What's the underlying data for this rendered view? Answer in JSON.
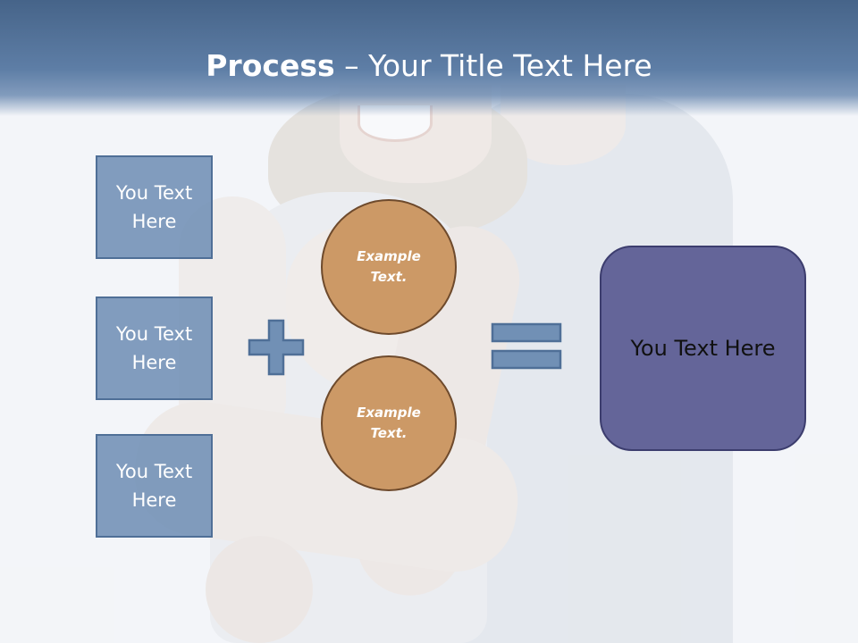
{
  "title": {
    "bold": "Process",
    "rest": " – Your Title Text Here"
  },
  "inputs": [
    {
      "label": "You Text Here"
    },
    {
      "label": "You Text Here"
    },
    {
      "label": "You Text Here"
    }
  ],
  "circles": [
    {
      "label": "Example Text."
    },
    {
      "label": "Example Text."
    }
  ],
  "result": {
    "label": "You Text Here"
  },
  "colors": {
    "header": "#466489",
    "box_fill": "#7190b5",
    "box_border": "#4f6f97",
    "circle_fill": "#cc9966",
    "circle_border": "#6e4a2c",
    "result_fill": "#646599",
    "result_border": "#3c3d6e"
  }
}
